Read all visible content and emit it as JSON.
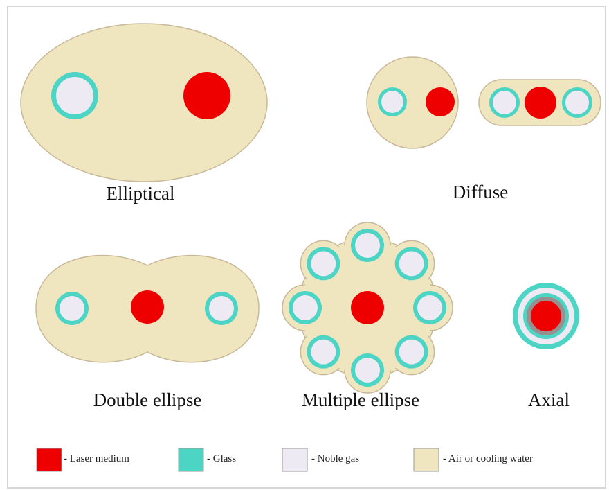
{
  "colors": {
    "laser_medium": "#ee0000",
    "glass": "#4cd4c4",
    "noble_gas": "#eeeaf4",
    "air_or_cooling_water": "#efe6c0",
    "outline": "#c8b898"
  },
  "diagrams": {
    "elliptical": "Elliptical",
    "diffuse": "Diffuse",
    "double_ellipse": "Double ellipse",
    "multiple_ellipse": "Multiple ellipse",
    "axial": "Axial"
  },
  "legend": {
    "laser_medium": "- Laser medium",
    "glass": "- Glass",
    "noble_gas": "- Noble gas",
    "air_or_cooling_water": "- Air or cooling water"
  }
}
